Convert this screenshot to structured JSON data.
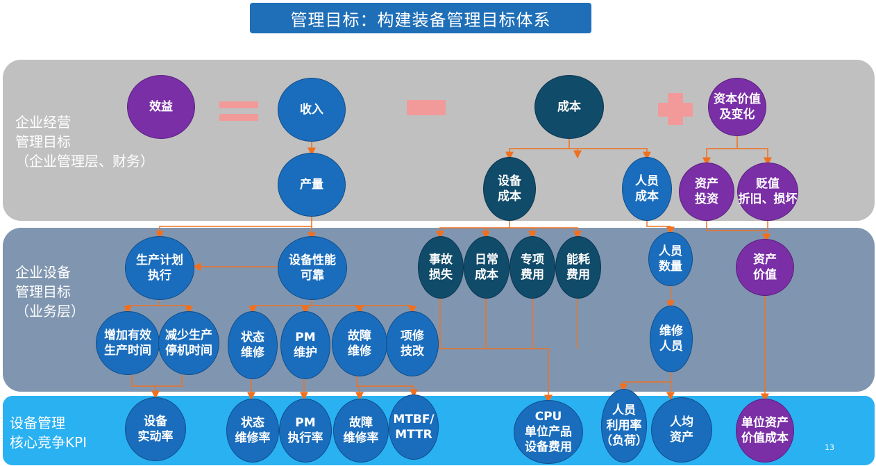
{
  "title": "管理目标：构建装备管理目标体系",
  "bands": {
    "enterprise": "企业经营\n管理目标\n（企业管理层、财务）",
    "equipment": "企业设备\n管理目标\n（业务层）",
    "kpi": "设备管理\n核心竞争KPI"
  },
  "nodes": {
    "benefit": "效益",
    "income": "收入",
    "cost": "成本",
    "capital_value": "资本价值\n及变化",
    "output": "产量",
    "equip_cost": "设备\n成本",
    "staff_cost": "人员\n成本",
    "asset_invest": "资产\n投资",
    "depreciation": "贬值\n折旧、损坏",
    "prod_plan": "生产计划\n执行",
    "equip_perf": "设备性能\n可靠",
    "accident_loss": "事故\n损失",
    "daily_cost": "日常\n成本",
    "special_cost": "专项\n费用",
    "energy_cost": "能耗\n费用",
    "staff_count": "人员\n数量",
    "asset_value": "资产\n价值",
    "increase_time": "增加有效\n生产时间",
    "reduce_downtime": "减少生产\n停机时间",
    "condition_maint": "状态\n维修",
    "pm_maint": "PM\n维护",
    "fault_repair": "故障\n维修",
    "project_repair": "项修\n技改",
    "maint_staff": "维修\n人员",
    "utilization": "设备\n实动率",
    "condition_rate": "状态\n维修率",
    "pm_rate": "PM\n执行率",
    "fault_rate": "故障\n维修率",
    "mtbf": "MTBF/\nMTTR",
    "cpu_cost": "CPU\n单位产品\n设备费用",
    "staff_util": "人员\n利用率\n（负荷）",
    "per_capita_asset": "人均\n资产",
    "unit_asset_cost": "单位资产\n价值成本"
  },
  "page_number": "13",
  "colors": {
    "title_bg": "#1f6fb8",
    "band_top": "#c0c0c0",
    "band_middle": "#8096b0",
    "band_bottom": "#29b1f2",
    "node_blue": "#1a6dbd",
    "node_dark": "#104b6a",
    "node_purple": "#7a2fa6",
    "operator": "#f29a9a",
    "connector": "#f07020"
  }
}
